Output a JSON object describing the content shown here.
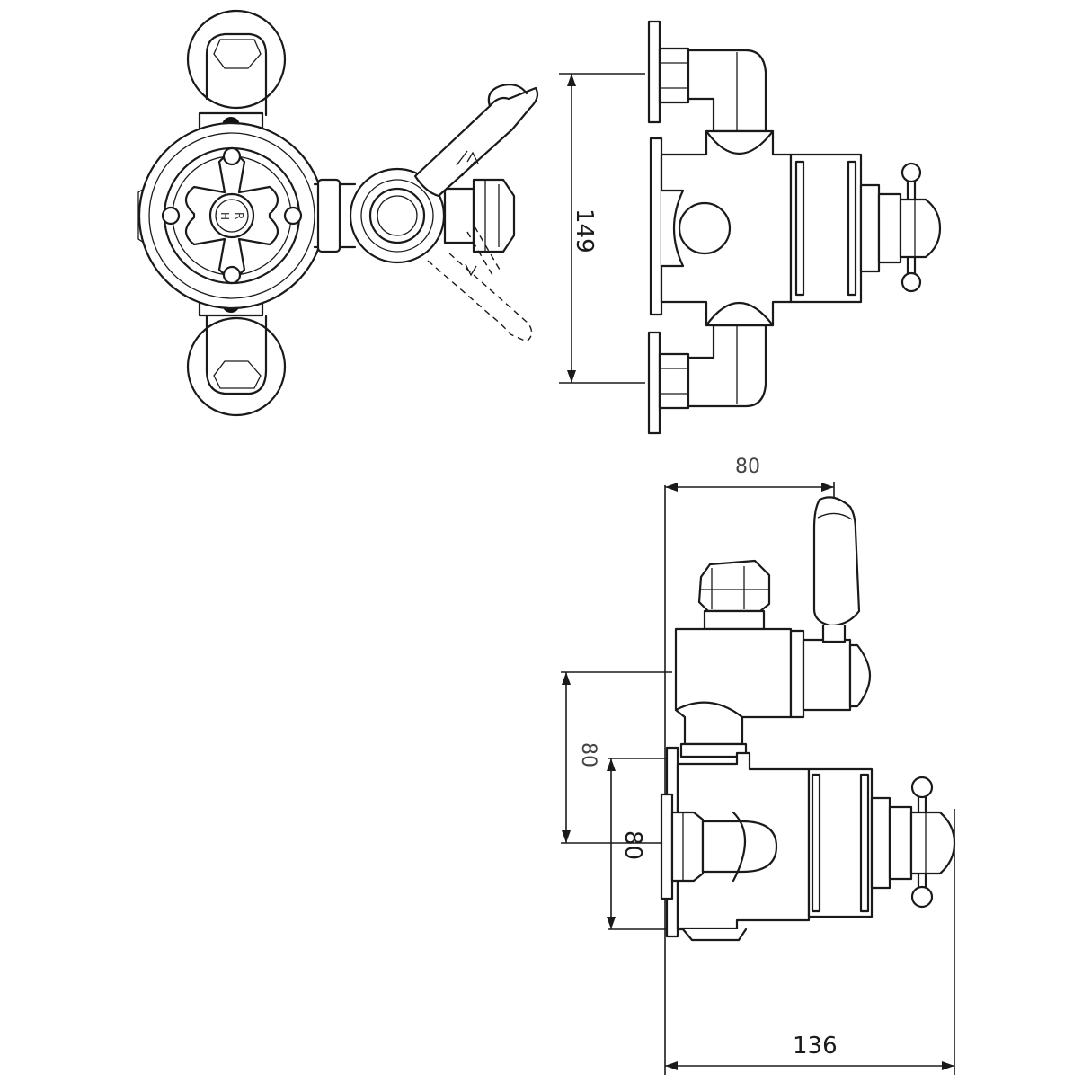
{
  "dimensions": {
    "height_total": "149",
    "width_top": "80",
    "depth_total": "136",
    "vertical_offset": "80",
    "body_height": "80"
  },
  "valve_face_markings": {
    "hot_label": "H",
    "rotation_label": "R"
  }
}
